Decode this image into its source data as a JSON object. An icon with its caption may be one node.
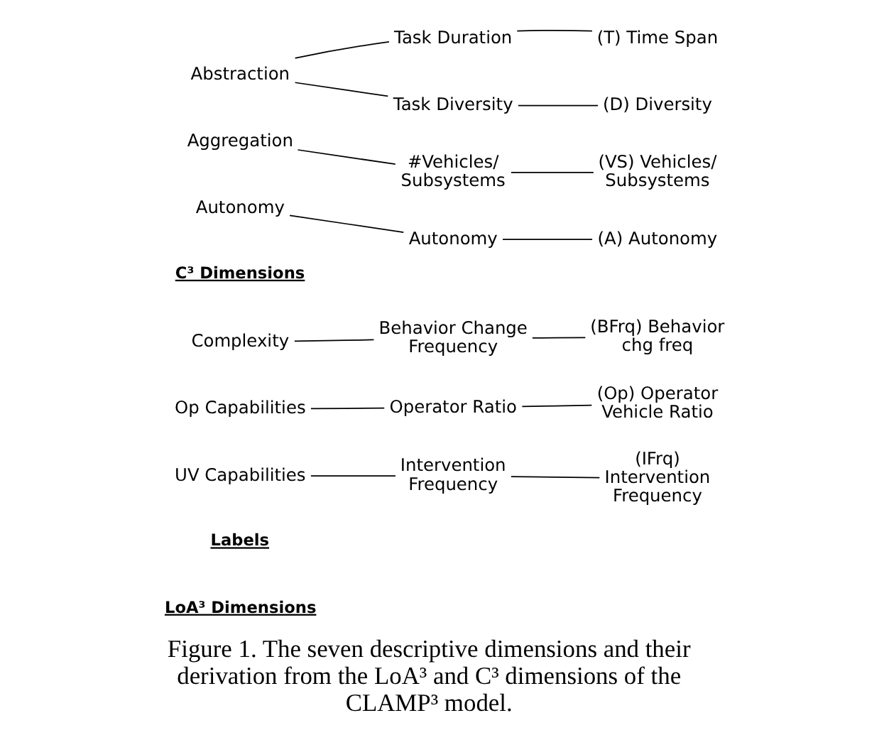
{
  "diagram": {
    "caption": "Figure 1. The seven descriptive dimensions and their derivation from the LoA³ and C³ dimensions of the CLAMP³ model.",
    "nodes": [
      {
        "text": [
          "Task Duration"
        ]
      },
      {
        "text": [
          "(T) Time Span"
        ]
      },
      {
        "text": [
          "Abstraction"
        ]
      },
      {
        "text": [
          "Task Diversity"
        ]
      },
      {
        "text": [
          "(D) Diversity"
        ]
      },
      {
        "text": [
          "Aggregation"
        ]
      },
      {
        "text": [
          "#Vehicles/ Subsystems"
        ]
      },
      {
        "text": [
          "(VS) Vehicles/ Subsystems"
        ]
      },
      {
        "text": [
          "Autonomy"
        ]
      },
      {
        "text": [
          "Autonomy"
        ]
      },
      {
        "text": [
          "(A) Autonomy"
        ]
      },
      {
        "text": [
          "Complexity"
        ]
      },
      {
        "text": [
          "Behavior Change Frequency"
        ]
      },
      {
        "text": [
          "(BFrq) Behavior chg freq"
        ]
      },
      {
        "text": [
          "Op Capabilities"
        ]
      },
      {
        "text": [
          "Operator Ratio"
        ]
      },
      {
        "text": [
          "(Op) Operator Vehicle Ratio"
        ]
      },
      {
        "text": [
          "UV Capabilities"
        ]
      },
      {
        "text": [
          "Intervention Frequency"
        ]
      },
      {
        "text": [
          "(IFrq) Intervention Frequency"
        ]
      }
    ],
    "edges": [
      {
        "from": 2,
        "to": 0,
        "arrow": "none"
      },
      {
        "from": 0,
        "to": 1,
        "arrow": "none"
      },
      {
        "from": 2,
        "to": 3,
        "arrow": "none"
      },
      {
        "from": 3,
        "to": 4,
        "arrow": "none"
      },
      {
        "from": 5,
        "to": 6,
        "arrow": "none"
      },
      {
        "from": 6,
        "to": 7,
        "arrow": "none"
      },
      {
        "from": 8,
        "to": 9,
        "arrow": "none"
      },
      {
        "from": 9,
        "to": 10,
        "arrow": "none"
      },
      {
        "from": 11,
        "to": 12,
        "arrow": "none"
      },
      {
        "from": 12,
        "to": 13,
        "arrow": "none"
      },
      {
        "from": 14,
        "to": 15,
        "arrow": "none"
      },
      {
        "from": 15,
        "to": 16,
        "arrow": "none"
      },
      {
        "from": 17,
        "to": 18,
        "arrow": "none"
      },
      {
        "from": 18,
        "to": 19,
        "arrow": "none"
      }
    ],
    "labels": [
      "LoA³ Dimensions",
      "Labels",
      "C³ Dimensions"
    ]
  }
}
